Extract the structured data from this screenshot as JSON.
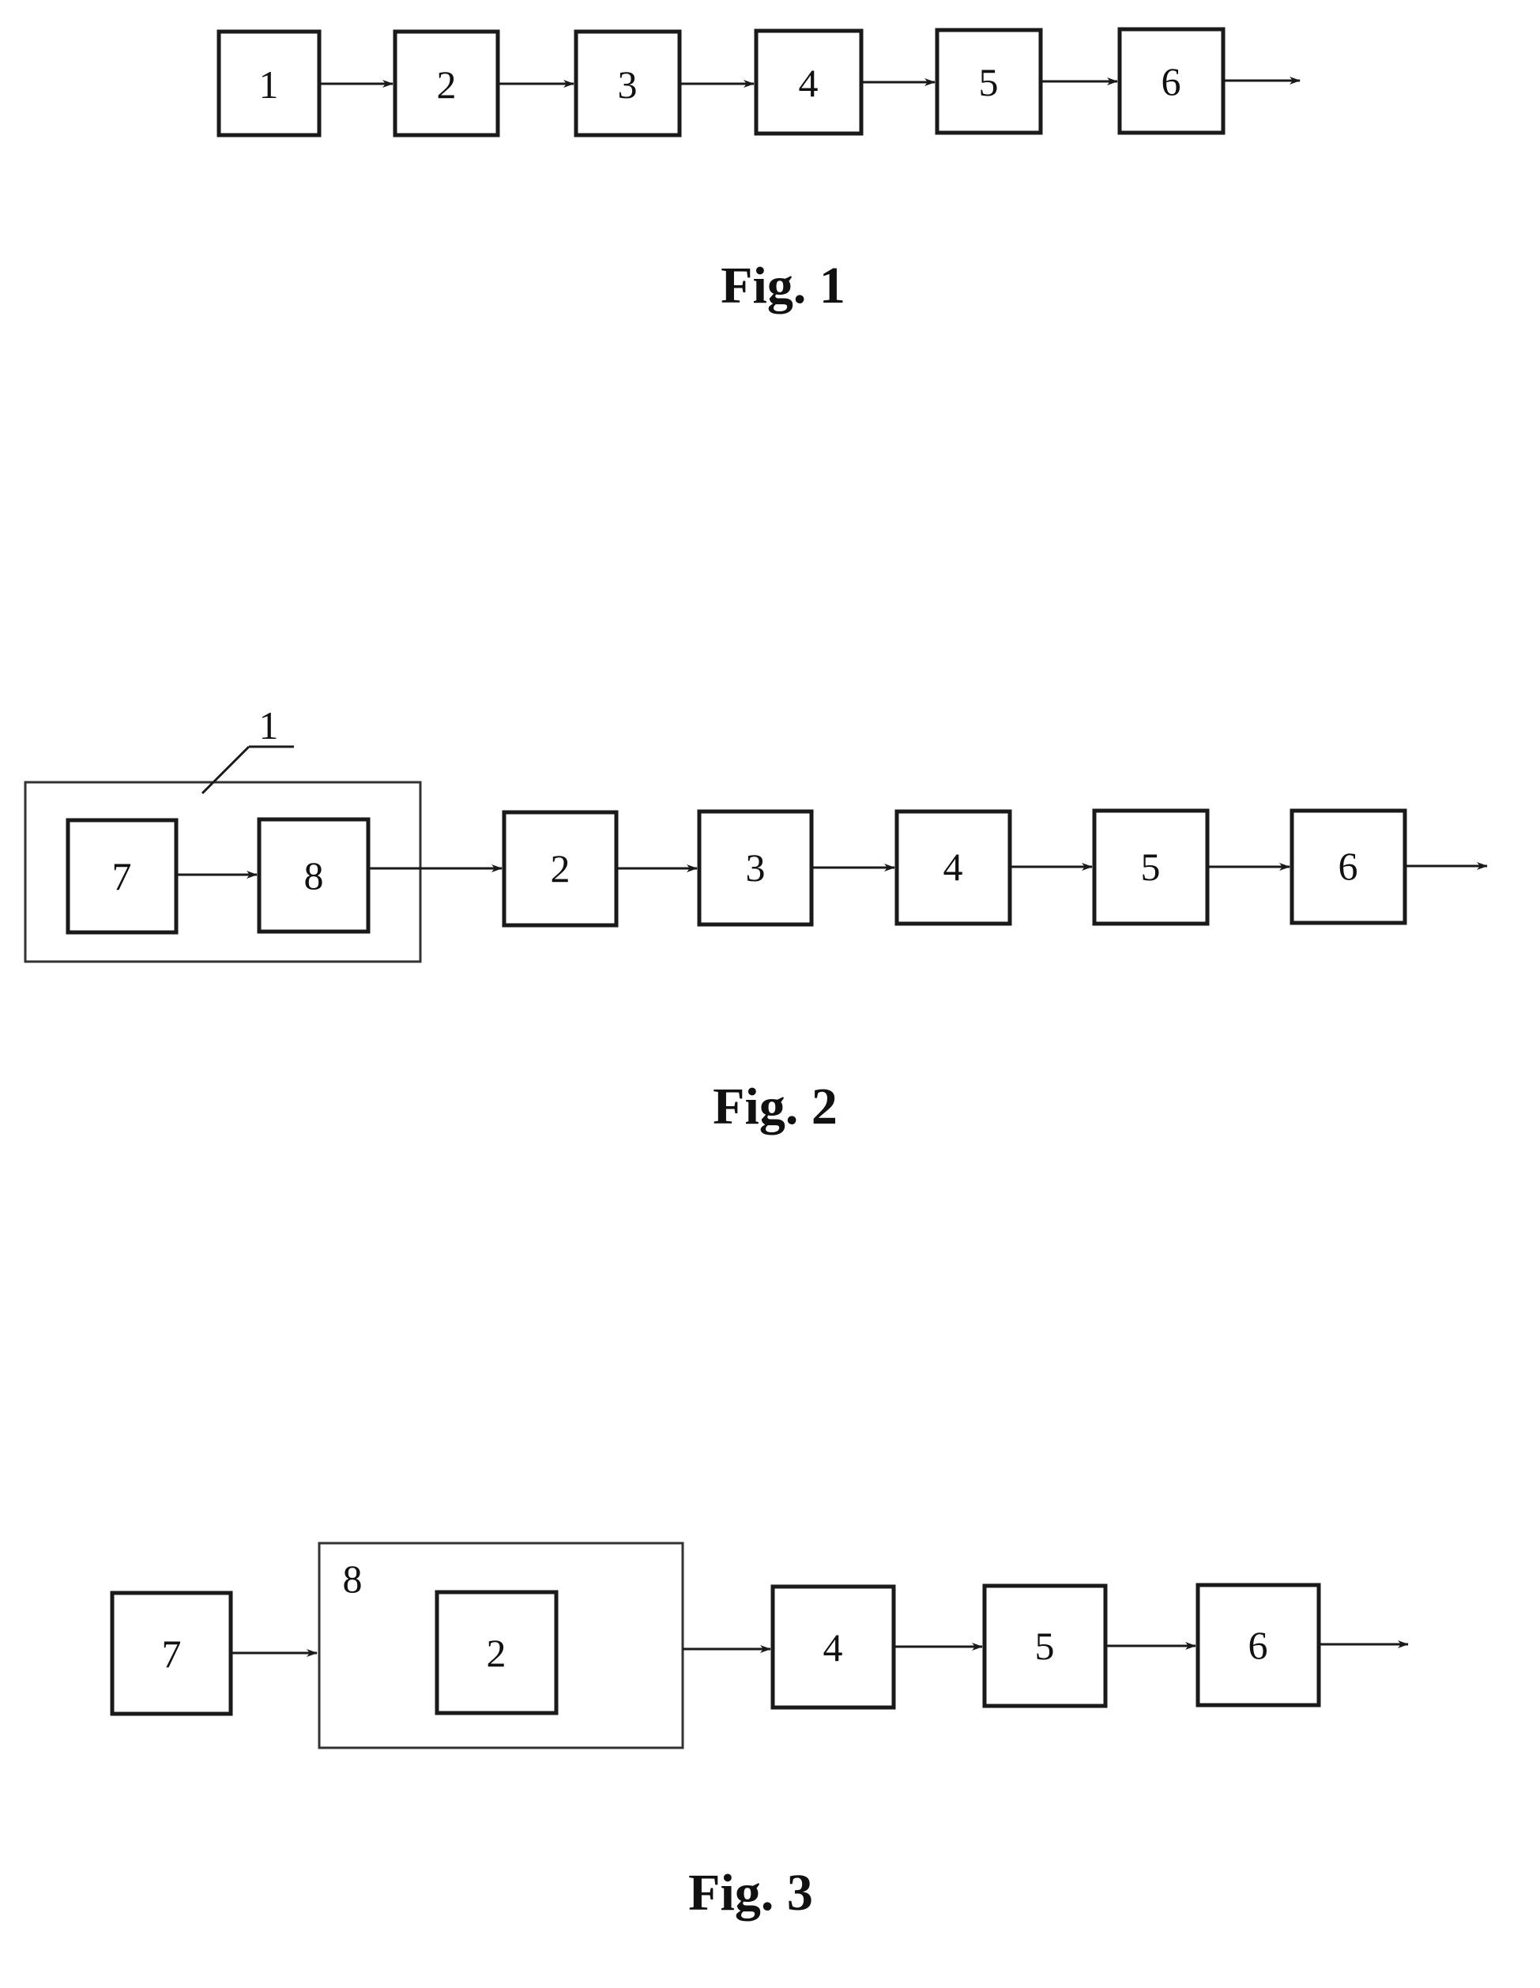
{
  "figures": {
    "fig1": {
      "caption": "Fig. 1",
      "blocks": [
        "1",
        "2",
        "3",
        "4",
        "5",
        "6"
      ]
    },
    "fig2": {
      "caption": "Fig. 2",
      "group_label": "1",
      "group_blocks": [
        "7",
        "8"
      ],
      "blocks": [
        "2",
        "3",
        "4",
        "5",
        "6"
      ]
    },
    "fig3": {
      "caption": "Fig. 3",
      "first_block": "7",
      "group_label": "8",
      "group_inner_block": "2",
      "blocks": [
        "4",
        "5",
        "6"
      ]
    }
  }
}
